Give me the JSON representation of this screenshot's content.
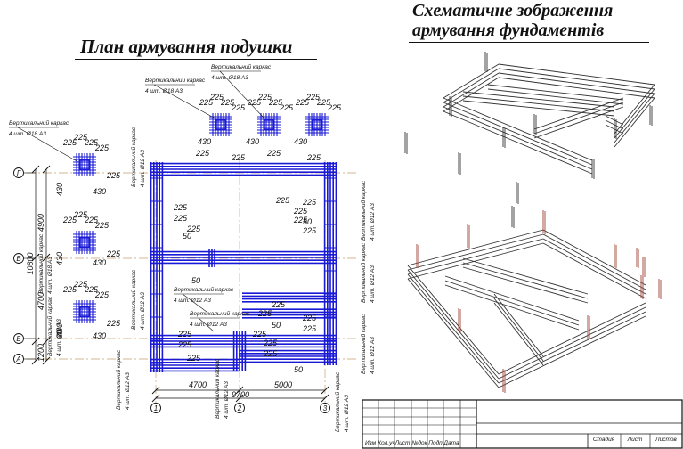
{
  "titles": {
    "plan": "План армування подушки",
    "schema_line1": "Схематичне зображення",
    "schema_line2": "армування фундаментів"
  },
  "annotations": {
    "vertical_cage": "Вертикальний каркас",
    "qty": "4 шт. Ø18 А3",
    "qty_12": "4 шт. Ø12 А3"
  },
  "dimensions": {
    "spacing": "225",
    "spacing_50": "50",
    "spacing_430": "430",
    "spacing_30": "30",
    "d_4900": "4900",
    "d_4700_v": "4700",
    "d_10800": "10800",
    "d_1200": "1200",
    "d_4700_h": "4700",
    "d_9700": "9700",
    "d_5000": "5000"
  },
  "axes": {
    "left": [
      "Г",
      "В",
      "Б",
      "А"
    ],
    "bottom": [
      "1",
      "2",
      "3"
    ]
  },
  "title_block": {
    "columns": [
      "Изм",
      "Кол.уч",
      "Лист",
      "№док",
      "Подп",
      "Дата"
    ],
    "right_labels": [
      "Стадия",
      "Лист",
      "Листов"
    ]
  },
  "colors": {
    "rebar": "#1a1ad6",
    "lines": "#111111",
    "axis": "#c8a070",
    "rebar3d": "#333333",
    "rebar3d_red": "#a04030"
  }
}
